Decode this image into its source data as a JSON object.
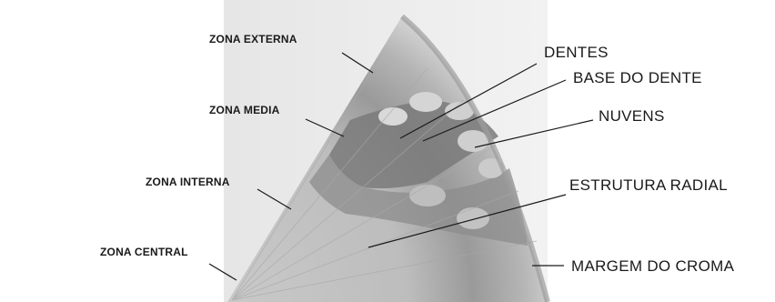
{
  "left_labels": [
    {
      "id": "zona-externa",
      "text": "ZONA EXTERNA"
    },
    {
      "id": "zona-media",
      "text": "ZONA MEDIA"
    },
    {
      "id": "zona-interna",
      "text": "ZONA INTERNA"
    },
    {
      "id": "zona-central",
      "text": "ZONA CENTRAL"
    }
  ],
  "right_labels": [
    {
      "id": "dentes",
      "text": "DENTES"
    },
    {
      "id": "base-do-dente",
      "text": "BASE DO DENTE"
    },
    {
      "id": "nuvens",
      "text": "NUVENS"
    },
    {
      "id": "estrutura-radial",
      "text": "ESTRUTURA RADIAL"
    },
    {
      "id": "margem-do-croma",
      "text": "MARGEM DO CROMA"
    }
  ],
  "colors": {
    "background": "#ffffff",
    "chroma_light": "#c8c8c8",
    "chroma_mid": "#8a8a8a",
    "chroma_dark": "#6e6e6e",
    "line": "#1a1a1a"
  }
}
